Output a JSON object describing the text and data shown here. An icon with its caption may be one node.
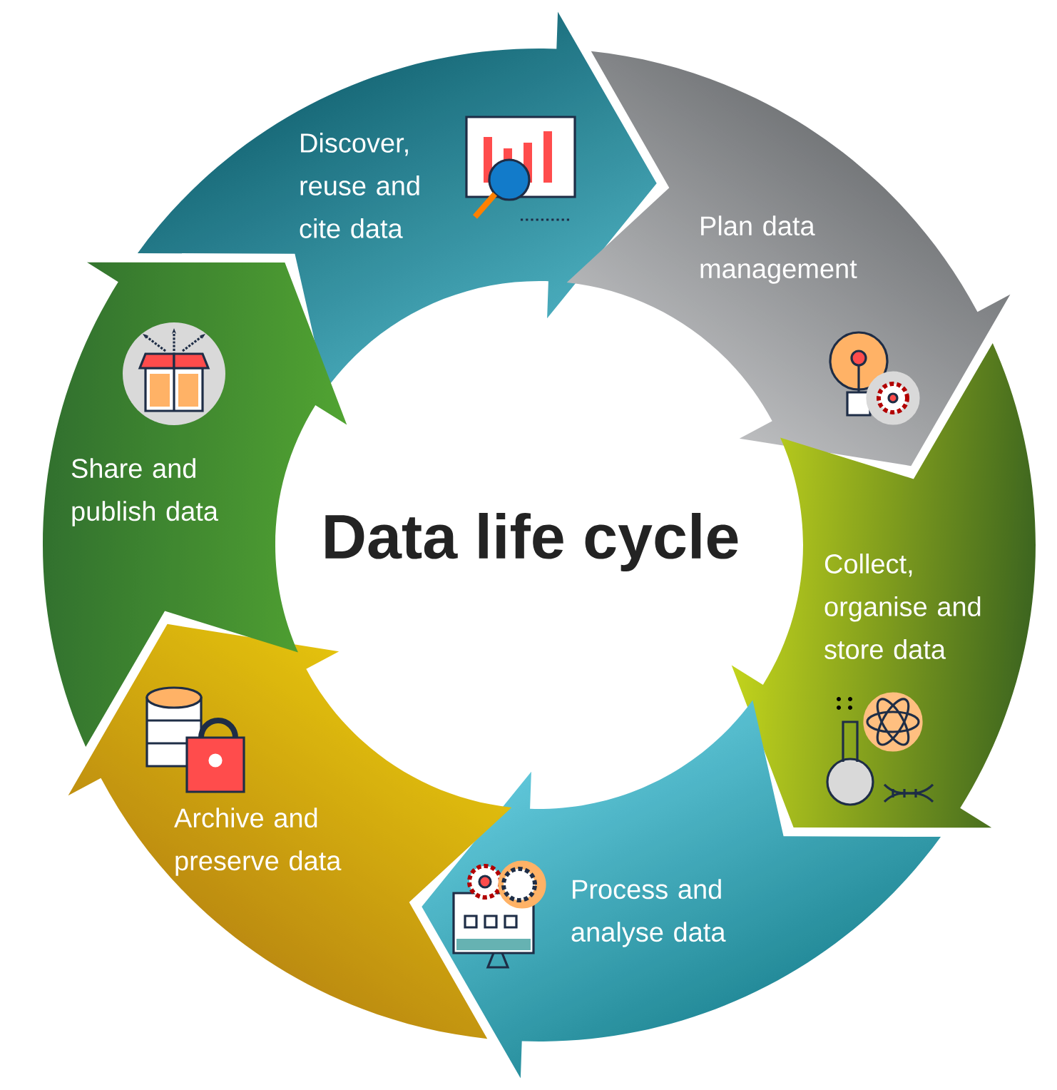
{
  "diagram": {
    "title": "Data life cycle",
    "nodes": [
      {
        "text": [
          "Discover, reuse and cite data"
        ]
      },
      {
        "text": [
          "Plan data management"
        ]
      },
      {
        "text": [
          "Collect, organise and store data"
        ]
      },
      {
        "text": [
          "Process and analyse data"
        ]
      },
      {
        "text": [
          "Archive and preserve data"
        ]
      },
      {
        "text": [
          "Share and publish data"
        ]
      }
    ]
  }
}
